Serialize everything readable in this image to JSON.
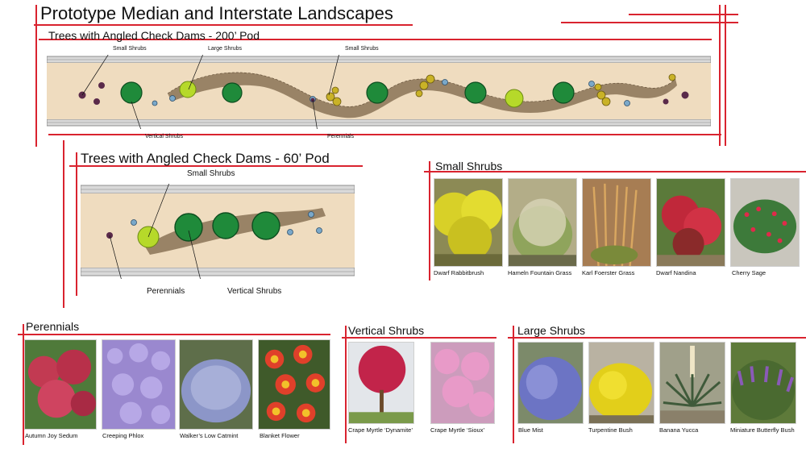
{
  "title": "Prototype Median and Interstate Landscapes",
  "pod200": {
    "title": "Trees with Angled Check Dams - 200’ Pod",
    "labels": {
      "small_shrubs_left": "Small Shrubs",
      "large_shrubs": "Large Shrubs",
      "small_shrubs_right": "Small Shrubs",
      "vertical_shrubs": "Vertical Shrubs",
      "perennials": "Perennials"
    }
  },
  "pod60": {
    "title": "Trees with Angled Check Dams - 60’ Pod",
    "labels": {
      "small_shrubs": "Small Shrubs",
      "perennials": "Perennials",
      "vertical_shrubs": "Vertical Shrubs"
    }
  },
  "small_shrubs": {
    "title": "Small Shrubs",
    "items": [
      "Dwarf Rabbitbrush",
      "Hameln Fountain Grass",
      "Karl Foerster Grass",
      "Dwarf Nandina",
      "Cherry Sage"
    ]
  },
  "perennials": {
    "title": "Perennials",
    "items": [
      "Autumn Joy Sedum",
      "Creeping Phlox",
      "Walker’s Low Catmint",
      "Blanket Flower"
    ]
  },
  "vertical_shrubs": {
    "title": "Vertical Shrubs",
    "items": [
      "Crape Myrtle ‘Dynamite’",
      "Crape Myrtle ‘Sioux’"
    ]
  },
  "large_shrubs": {
    "title": "Large Shrubs",
    "items": [
      "Blue Mist",
      "Turpentine Bush",
      "Banana Yucca",
      "Miniature Butterfly Bush"
    ]
  },
  "colors": {
    "accent_red": "#d9232f",
    "median_sand": "#efdcbf",
    "rock": "#8a7356",
    "tree_green": "#1f8a3a",
    "large_shrub_yellow": "#b6d92a"
  }
}
